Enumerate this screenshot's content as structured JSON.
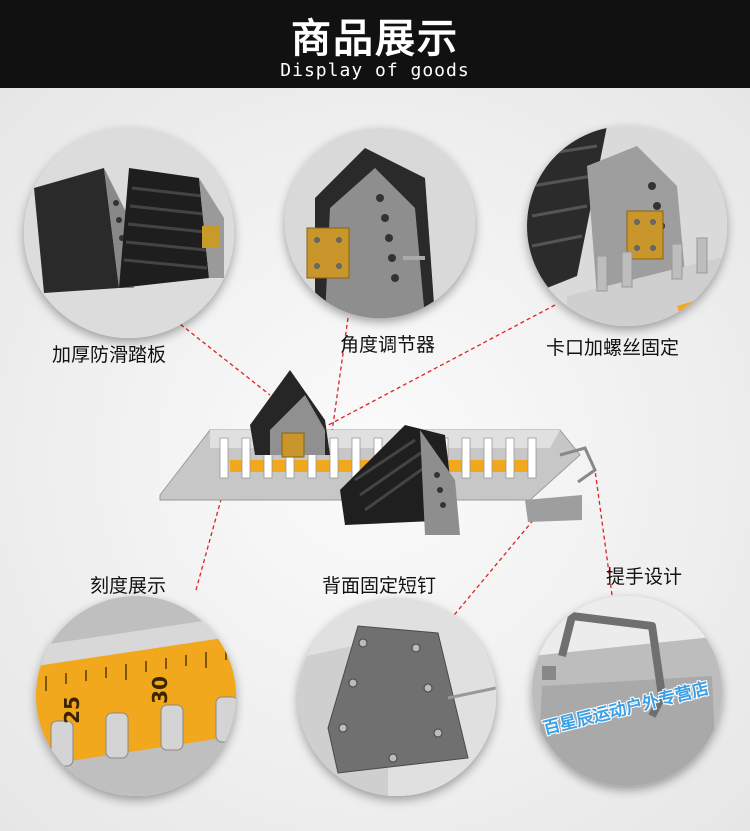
{
  "header": {
    "title": "商品展示",
    "subtitle": "Display of goods"
  },
  "features": {
    "anti_slip_pedal": "加厚防滑踏板",
    "angle_adjuster": "角度调节器",
    "clamp_screw": "卡口加螺丝固定",
    "scale_display": "刻度展示",
    "back_spikes": "背面固定短钉",
    "handle_design": "提手设计"
  },
  "scale": {
    "tick_25": "25",
    "tick_30": "30"
  },
  "watermark": "百星辰运动户外专营店",
  "colors": {
    "header_bg": "#111111",
    "pointer_line": "#e02020",
    "aluminum": "#c9c9c9",
    "rubber": "#222222",
    "scale_yellow": "#f2a81d",
    "watermark": "#3aa0e6"
  }
}
